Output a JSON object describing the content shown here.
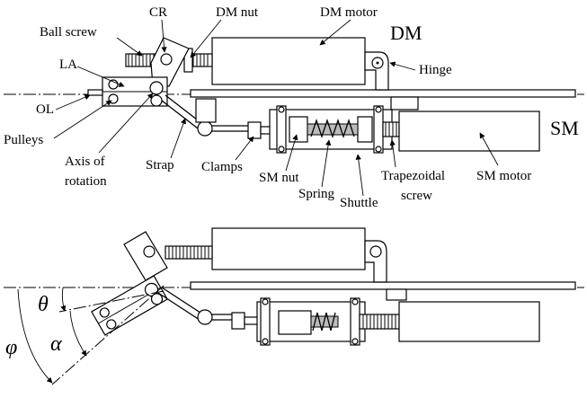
{
  "labels": {
    "ball_screw": "Ball screw",
    "cr": "CR",
    "dm_nut": "DM nut",
    "dm_motor": "DM motor",
    "dm": "DM",
    "la": "LA",
    "hinge": "Hinge",
    "ol": "OL",
    "pulleys": "Pulleys",
    "axis_of_rotation_1": "Axis of",
    "axis_of_rotation_2": "rotation",
    "strap": "Strap",
    "clamps": "Clamps",
    "sm_nut": "SM nut",
    "spring": "Spring",
    "shuttle": "Shuttle",
    "trapezoidal_1": "Trapezoidal",
    "trapezoidal_2": "screw",
    "sm_motor": "SM motor",
    "sm": "SM",
    "theta": "θ",
    "alpha": "α",
    "phi": "φ"
  }
}
